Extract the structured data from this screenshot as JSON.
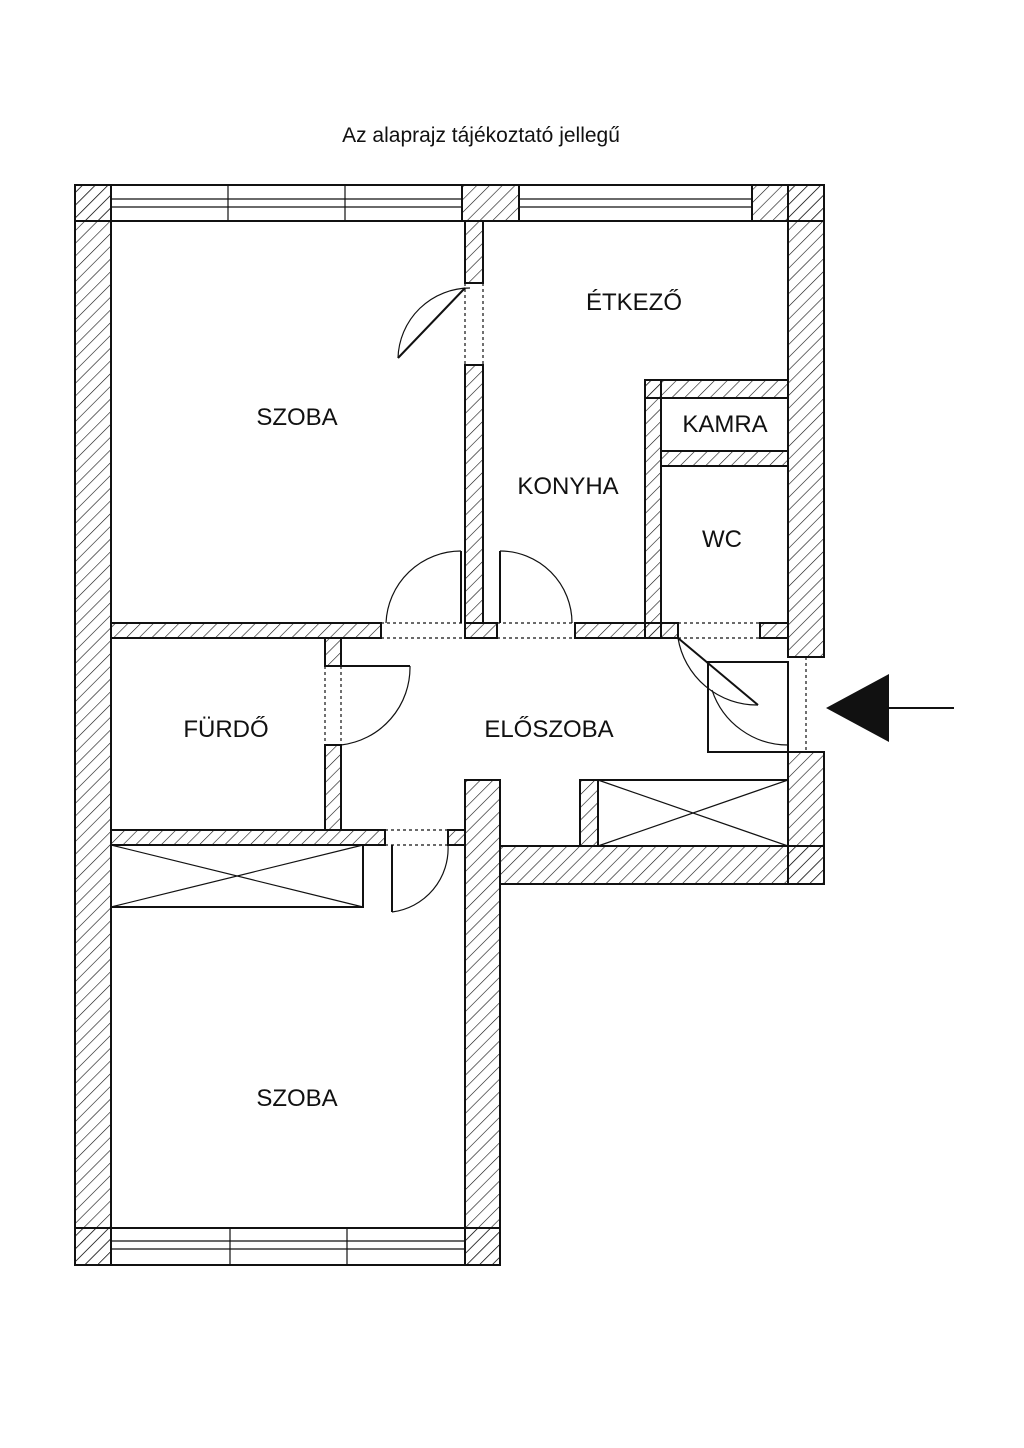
{
  "note": "Az alaprajz tájékoztató jellegű",
  "rooms": {
    "szoba_top": "SZOBA",
    "etkezo": "ÉTKEZŐ",
    "kamra": "KAMRA",
    "konyha": "KONYHA",
    "wc": "WC",
    "furdo": "FÜRDŐ",
    "eloszoba": "ELŐSZOBA",
    "szoba_bottom": "SZOBA"
  },
  "entrance_arrow": "entrance-arrow-icon"
}
